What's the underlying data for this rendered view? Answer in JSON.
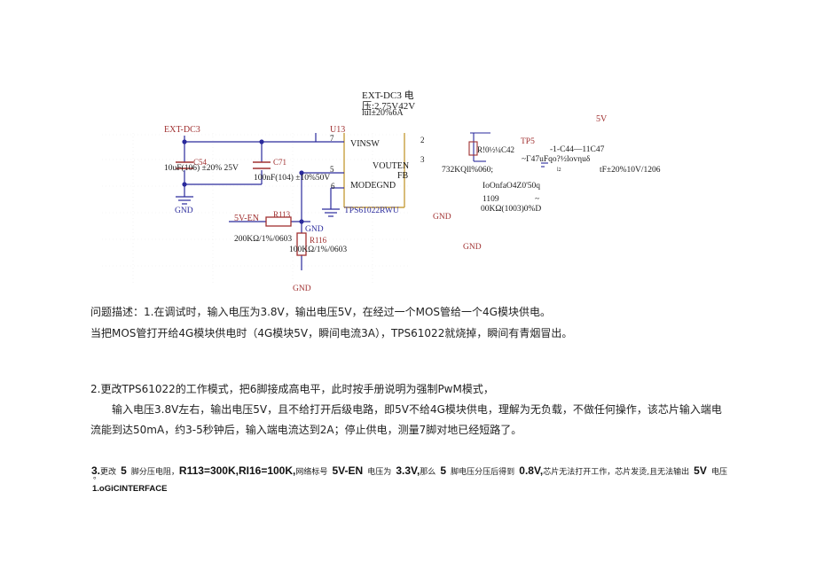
{
  "doc": {
    "ext_dc3_note_line1": "EXT-DC3 电",
    "ext_dc3_note_line2": "压:2.75V42V",
    "ext_dc3_note_line3": "lul±20%6A",
    "left": {
      "ext_dc3": "EXT-DC3",
      "u13": "U13",
      "pin7": "7",
      "vinsw": "VINSW",
      "c54": "C54",
      "c54_value": "10uF(106) ±20% 25V",
      "c71": "C71",
      "c71_value": "100nF(104) ±10%50V",
      "pin5": "5",
      "vouten": "VOUTEN",
      "fb": "FB",
      "pin6": "6",
      "modegnd": "MODEGND",
      "gnd1": "GND",
      "tps": "TPS61022RWU",
      "net_5ven": "5V-EN",
      "r113": "R113",
      "r113_value": "200KΩ/1%/0603",
      "gnd2": "GND",
      "r116": "R116",
      "r116_value": "100KΩ/1%/0603",
      "gnd3": "GND"
    },
    "right": {
      "five_v": "5V",
      "pin2": "2",
      "pin3": "3",
      "r_label": "R!0½¼C42",
      "tp5": "TP5",
      "c44_c47": "-1-C44—11C47",
      "garbled1": "~Γ47uFqo?½lovηuδ",
      "r_value": "732KQll%060;",
      "sup": "l2",
      "cap_value": "tF±20%10V/1206",
      "garbled2": "IoOnfaO4Z0'50q",
      "n1109": "1109",
      "tilde": "~",
      "value_00k": "00KΩ(1003)0%D",
      "gnd4": "GND",
      "gnd5": "GND"
    },
    "p1_line1": "问题描述：1.在调试时，输入电压为3.8V，输出电压5V，在经过一个MOS管给一个4G模块供电。",
    "p1_line2": "当把MOS管打开给4G模块供电时（4G模块5V，瞬间电流3A），TPS61022就烧掉，瞬间有青烟冒出。",
    "p2_line1": "2.更改TPS61022的工作模式，把6脚接成高电平，此时按手册说明为强制PwM模式，",
    "p2_line2": "输入电压3.8V左右，输出电压5V，且不给打开后级电路，即5V不给4G模块供电，理解为无负载，不做任何操作，该芯片输入端电",
    "p2_line3": "流能到达50mA，约3-5秒钟后，输入端电流达到2A；停止供电，测量7脚对地已经短路了。",
    "p3_seg1": "3.",
    "p3_seg2": "更改",
    "p3_seg3": "5",
    "p3_seg4": "脚分压电阻，",
    "p3_seg5": "R113=300K,RI16=100K,",
    "p3_seg6": "网络标号",
    "p3_seg7": "5V-EN",
    "p3_seg8": "电压为",
    "p3_seg9": "3.3V,",
    "p3_seg10": "那么",
    "p3_seg11": "5",
    "p3_seg12": "脚电压分压后得到",
    "p3_seg13": "0.8V,",
    "p3_seg14": "芯片无法打开工作，芯片发烫,且无法输出",
    "p3_seg15": "5V",
    "p3_seg16": "电压",
    "p3_dot": "。",
    "logic": "1.oGiCINTERFACE"
  },
  "colors": {
    "wire": "#2a2a9c",
    "component": "#a03030",
    "text": "#111111"
  }
}
